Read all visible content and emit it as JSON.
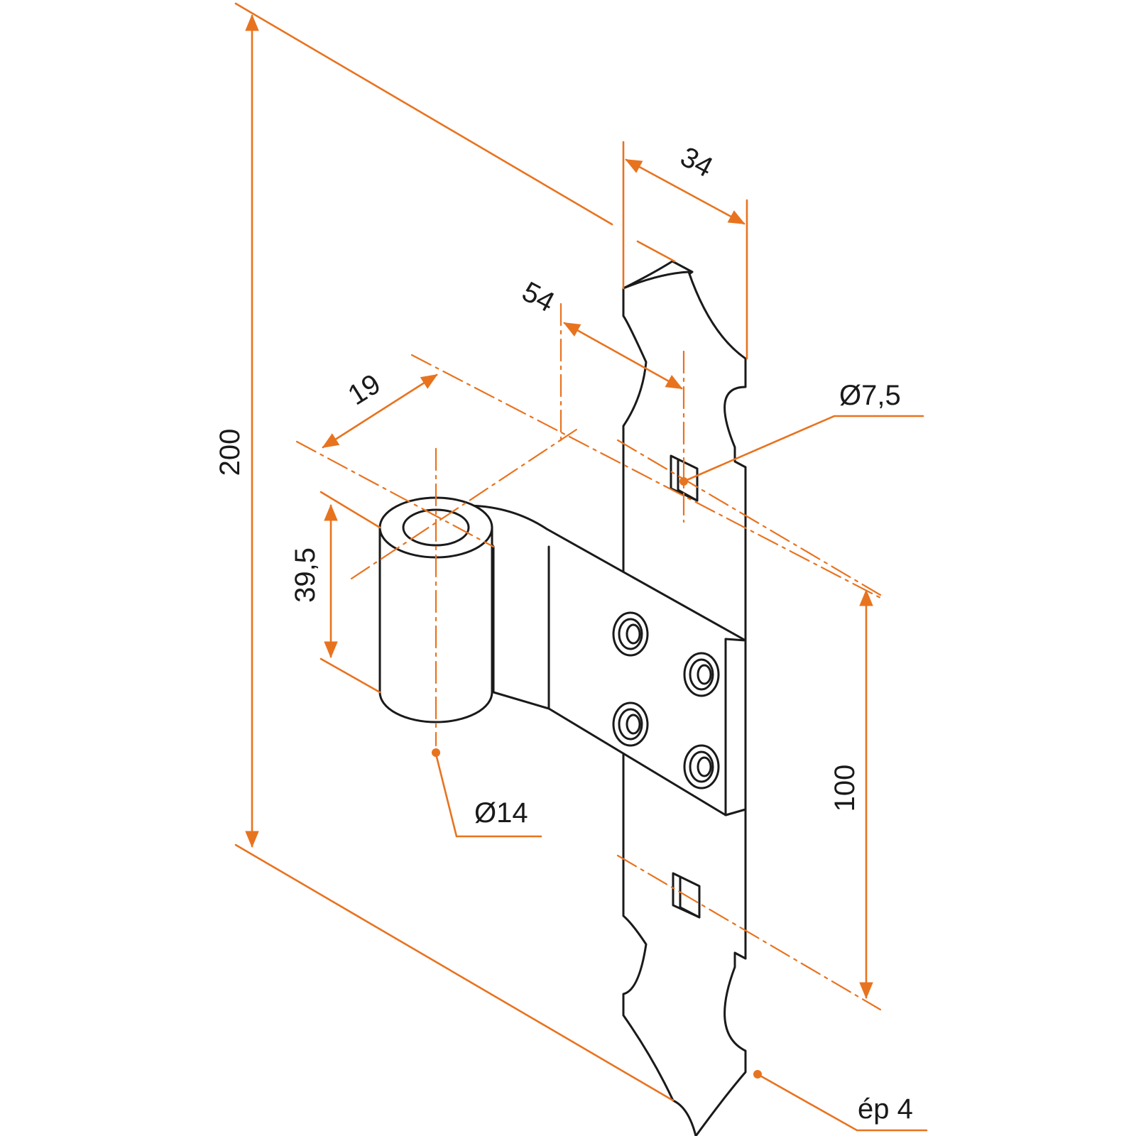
{
  "drawing": {
    "line_color": "#1a1a1a",
    "accent_color": "#e8731f",
    "dimensions": {
      "height_total": "200",
      "width_strap": "34",
      "offset_axis": "54",
      "knuckle_offset": "19",
      "knuckle_height": "39,5",
      "hole_spacing": "100",
      "hole_diameter": "Ø7,5",
      "pin_diameter": "Ø14",
      "thickness": "ép 4"
    }
  }
}
